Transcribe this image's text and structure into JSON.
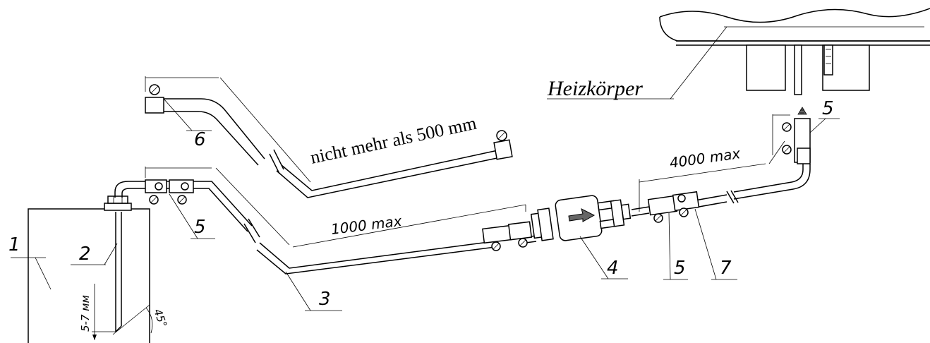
{
  "labels": {
    "n1": "1",
    "n2": "2",
    "n3": "3",
    "n4": "4",
    "n5a": "5",
    "n5b": "5",
    "n5c": "5",
    "n6": "6",
    "n7": "7"
  },
  "dimensions": {
    "max_1000": "1000 max",
    "max_4000": "4000 max",
    "depth": "5-7 мм",
    "angle": "45°"
  },
  "annotations": {
    "length_note": "nicht mehr als  500 mm",
    "heater": "Heizkörper"
  }
}
